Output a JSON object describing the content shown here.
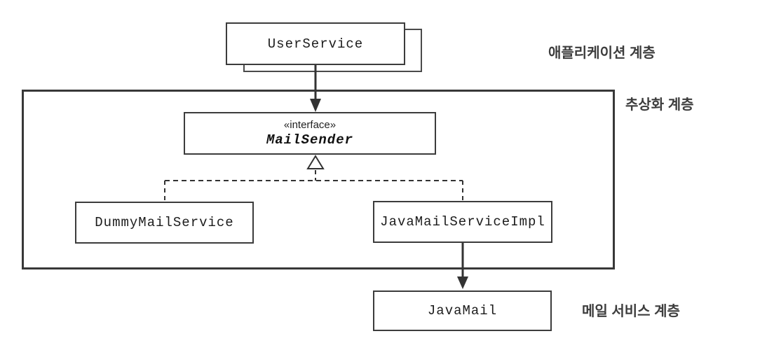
{
  "diagram": {
    "nodes": {
      "user_service": {
        "label": "UserService"
      },
      "mail_sender": {
        "stereotype": "«interface»",
        "name": "MailSender"
      },
      "dummy_mail_service": {
        "label": "DummyMailService"
      },
      "java_mail_service_impl": {
        "label": "JavaMailServiceImpl"
      },
      "java_mail": {
        "label": "JavaMail"
      }
    },
    "layers": {
      "application": {
        "label": "애플리케이션 계층"
      },
      "abstraction": {
        "label": "추상화 계층"
      },
      "mail_service": {
        "label": "메일 서비스 계층"
      }
    },
    "relations": {
      "user_service_to_mail_sender": "dependency-solid-arrow",
      "dummy_mail_service_realizes_mail_sender": "realization-dashed-hollow-triangle",
      "java_mail_service_impl_realizes_mail_sender": "realization-dashed-hollow-triangle",
      "java_mail_service_impl_to_java_mail": "dependency-solid-arrow"
    },
    "colors": {
      "line": "#333333",
      "box_border": "#3c3c3c",
      "container_border": "#383838",
      "text": "#1c1c1c",
      "layer_label_text": "#3d3d3d",
      "background": "#ffffff"
    }
  }
}
